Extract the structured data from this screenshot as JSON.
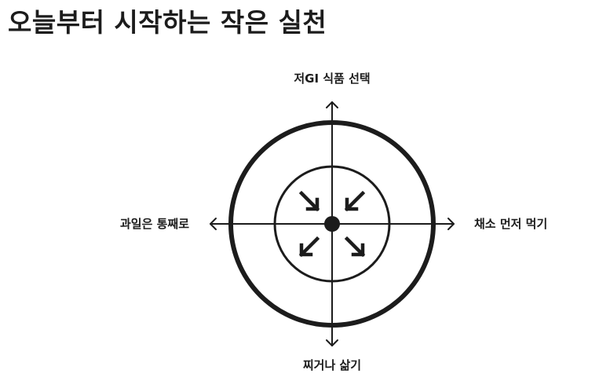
{
  "title": "오늘부터 시작하는 작은 실천",
  "diagram": {
    "labels": {
      "top": "저GI 식품 선택",
      "right": "채소 먼저 먹기",
      "bottom": "찌거나 삶기",
      "left": "과일은 통째로"
    },
    "icons": {
      "center": "converging-arrows-icon"
    },
    "colors": {
      "stroke": "#1c1c1c",
      "background": "#ffffff"
    }
  }
}
